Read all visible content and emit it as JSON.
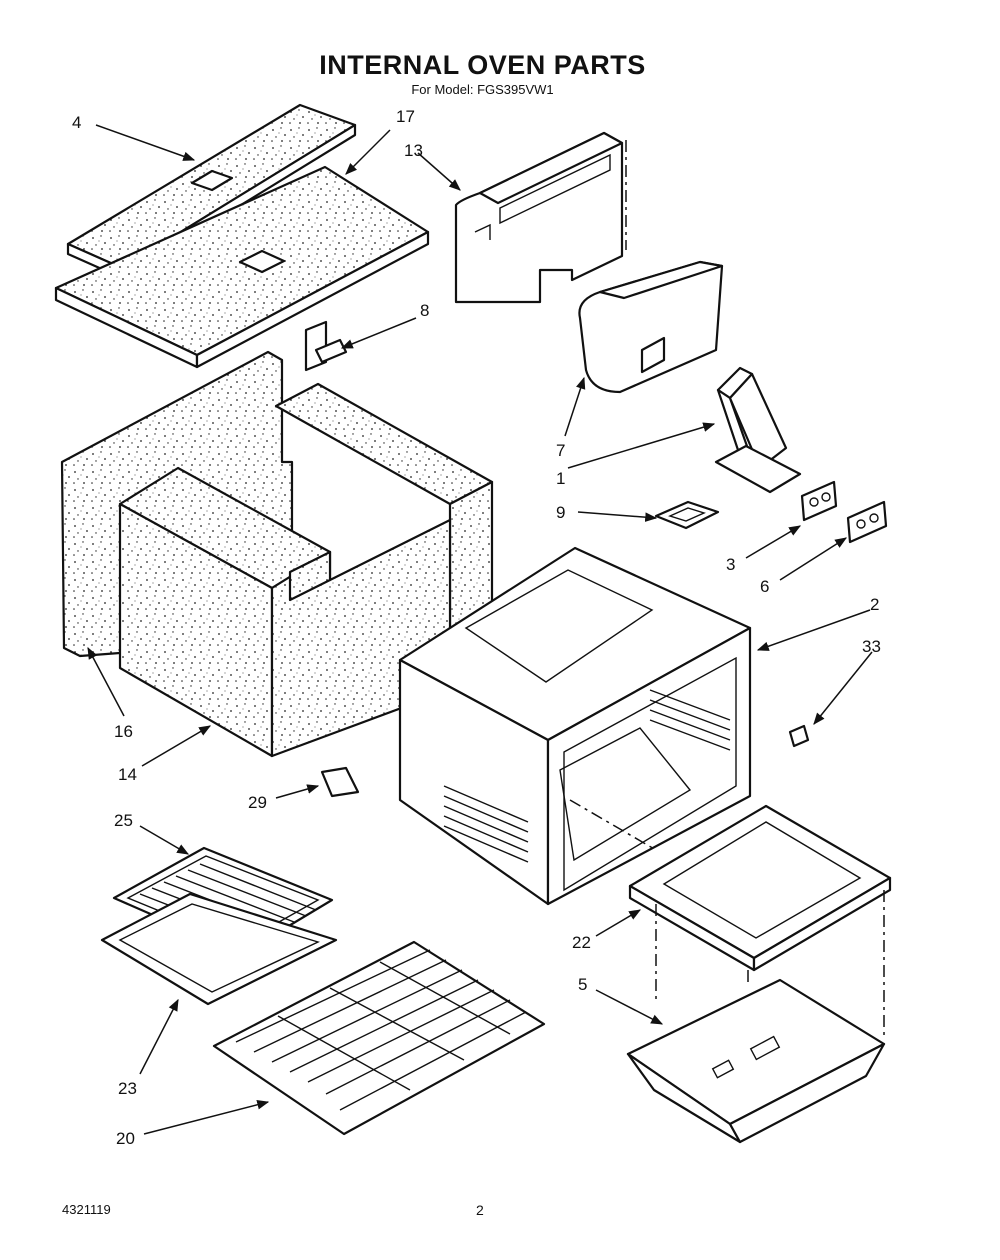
{
  "header": {
    "title": "INTERNAL OVEN PARTS",
    "subtitle": "For Model: FGS395VW1"
  },
  "footer": {
    "doc_number": "4321119",
    "page_number": "2"
  },
  "callouts": {
    "c4": "4",
    "c17": "17",
    "c13": "13",
    "c8": "8",
    "c7": "7",
    "c1": "1",
    "c9": "9",
    "c3": "3",
    "c6": "6",
    "c2": "2",
    "c33": "33",
    "c16": "16",
    "c14": "14",
    "c29": "29",
    "c25": "25",
    "c22": "22",
    "c5": "5",
    "c23": "23",
    "c20": "20"
  }
}
